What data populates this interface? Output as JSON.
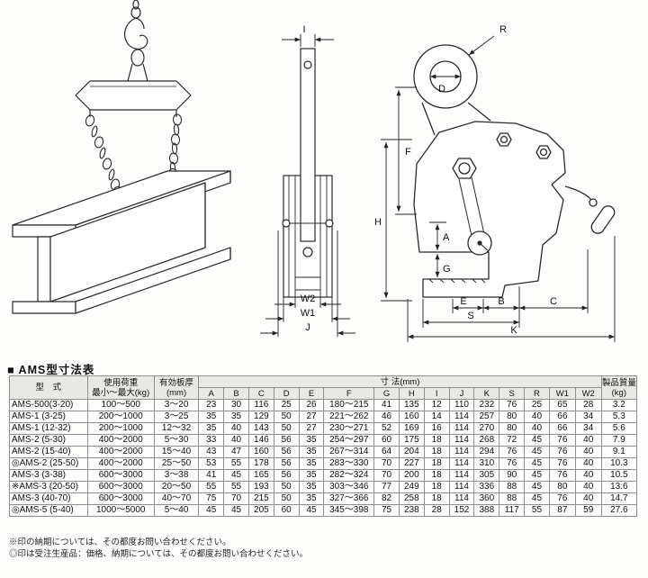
{
  "page": {
    "title": "■ AMS型寸法表",
    "notes": [
      "※印の納期については、その都度お問い合わせください。",
      "◎印は受注生産品：価格、納期については、その都度お問い合わせください。"
    ]
  },
  "diagram": {
    "front_labels": {
      "I": "I",
      "W2": "W2",
      "W1": "W1",
      "J": "J"
    },
    "side_labels": {
      "R": "R",
      "D": "D",
      "F": "F",
      "H": "H",
      "A": "A",
      "G": "G",
      "E": "E",
      "B": "B",
      "S": "S",
      "C": "C",
      "K": "K"
    }
  },
  "table": {
    "header": {
      "model": "型　式",
      "load_line1": "使用荷重",
      "load_line2": "最小〜最大(kg)",
      "thickness_line1": "有効板厚",
      "thickness_line2": "(mm)",
      "dims": "寸 法(mm)",
      "dim_letters": [
        "A",
        "B",
        "C",
        "D",
        "E",
        "F",
        "G",
        "H",
        "I",
        "J",
        "K",
        "S",
        "R",
        "W1",
        "W2"
      ],
      "mass_line1": "製品質量",
      "mass_line2": "(kg)"
    },
    "rows": [
      {
        "mark": "",
        "model": "AMS-500(3-20)",
        "load": "100〜500",
        "thickness": "3〜20",
        "dims": [
          "23",
          "30",
          "116",
          "25",
          "26",
          "180〜215",
          "41",
          "135",
          "12",
          "110",
          "232",
          "76",
          "25",
          "65",
          "28"
        ],
        "mass": "3.2"
      },
      {
        "mark": "",
        "model": "AMS-1 (3-25)",
        "load": "200〜1000",
        "thickness": "3〜25",
        "dims": [
          "35",
          "35",
          "129",
          "50",
          "27",
          "221〜262",
          "46",
          "160",
          "14",
          "114",
          "257",
          "80",
          "40",
          "66",
          "34"
        ],
        "mass": "5.3"
      },
      {
        "mark": "",
        "model": "AMS-1 (12-32)",
        "load": "200〜1000",
        "thickness": "12〜32",
        "dims": [
          "35",
          "40",
          "143",
          "50",
          "27",
          "230〜271",
          "52",
          "169",
          "16",
          "114",
          "270",
          "80",
          "40",
          "66",
          "34"
        ],
        "mass": "5.6"
      },
      {
        "mark": "",
        "model": "AMS-2 (5-30)",
        "load": "400〜2000",
        "thickness": "5〜30",
        "dims": [
          "33",
          "40",
          "146",
          "56",
          "35",
          "254〜297",
          "60",
          "175",
          "18",
          "114",
          "268",
          "72",
          "45",
          "76",
          "40"
        ],
        "mass": "7.9"
      },
      {
        "mark": "",
        "model": "AMS-2 (15-40)",
        "load": "400〜2000",
        "thickness": "15〜40",
        "dims": [
          "43",
          "47",
          "160",
          "56",
          "35",
          "267〜314",
          "64",
          "204",
          "18",
          "114",
          "294",
          "76",
          "45",
          "76",
          "40"
        ],
        "mass": "9.1"
      },
      {
        "mark": "◎",
        "model": "AMS-2 (25-50)",
        "load": "400〜2000",
        "thickness": "25〜50",
        "dims": [
          "53",
          "55",
          "178",
          "56",
          "35",
          "283〜330",
          "70",
          "227",
          "18",
          "114",
          "310",
          "76",
          "45",
          "76",
          "40"
        ],
        "mass": "10.3"
      },
      {
        "mark": "",
        "model": "AMS-3 (3-38)",
        "load": "600〜3000",
        "thickness": "3〜38",
        "dims": [
          "41",
          "45",
          "165",
          "56",
          "35",
          "282〜324",
          "70",
          "200",
          "18",
          "114",
          "305",
          "90",
          "45",
          "76",
          "40"
        ],
        "mass": "10.5"
      },
      {
        "mark": "※",
        "model": "AMS-3 (20-50)",
        "load": "600〜3000",
        "thickness": "20〜50",
        "dims": [
          "55",
          "55",
          "193",
          "50",
          "35",
          "303〜346",
          "77",
          "249",
          "18",
          "114",
          "336",
          "88",
          "45",
          "80",
          "40"
        ],
        "mass": "13.6"
      },
      {
        "mark": "",
        "model": "AMS-3 (40-70)",
        "load": "600〜3000",
        "thickness": "40〜70",
        "dims": [
          "75",
          "70",
          "215",
          "50",
          "35",
          "327〜366",
          "82",
          "258",
          "18",
          "114",
          "360",
          "88",
          "45",
          "76",
          "40"
        ],
        "mass": "14.7"
      },
      {
        "mark": "◎",
        "model": "AMS-5 (5-40)",
        "load": "1000〜5000",
        "thickness": "5〜40",
        "dims": [
          "45",
          "45",
          "205",
          "60",
          "45",
          "345〜398",
          "75",
          "238",
          "28",
          "152",
          "388",
          "117",
          "55",
          "87",
          "59"
        ],
        "mass": "27.6"
      }
    ]
  }
}
